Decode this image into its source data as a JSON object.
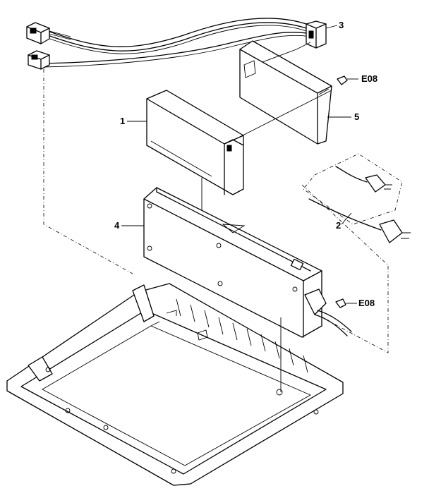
{
  "labels": {
    "part_1": "1",
    "part_2": "2",
    "part_3": "3",
    "part_4": "4",
    "part_5": "5",
    "screw_upper": "E08",
    "screw_lower": "E08"
  }
}
